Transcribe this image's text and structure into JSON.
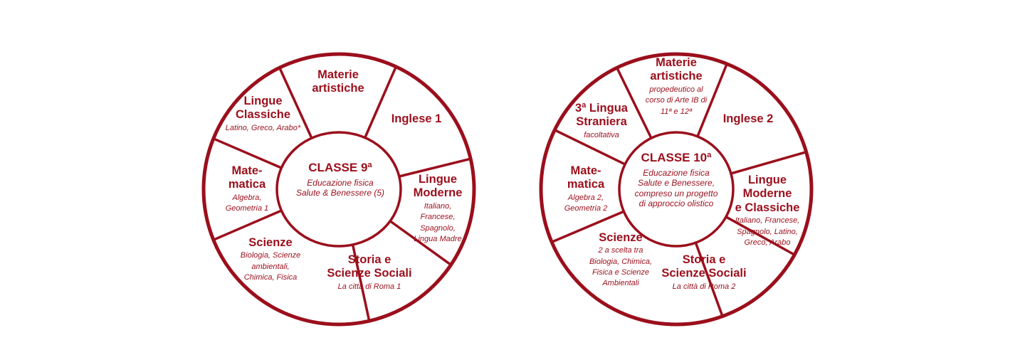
{
  "colors": {
    "accent": "#9b0f1c",
    "background": "#ffffff"
  },
  "wheels": [
    {
      "center_title": "CLASSE 9ª",
      "center_lines": [
        "Educazione fisica",
        "Salute & Benessere (5)"
      ],
      "segments": [
        {
          "title": [
            "Materie",
            "artistiche"
          ],
          "subtitle": []
        },
        {
          "title": [
            "Inglese 1"
          ],
          "subtitle": []
        },
        {
          "title": [
            "Lingue",
            "Moderne"
          ],
          "subtitle": [
            "Italiano,",
            "Francese,",
            "Spagnolo,",
            "Lingua Madre"
          ]
        },
        {
          "title": [
            "Storia e",
            "Scienze Sociali"
          ],
          "subtitle": [
            "La città di Roma 1"
          ]
        },
        {
          "title": [
            "Scienze"
          ],
          "subtitle": [
            "Biologia, Scienze",
            "ambientali,",
            "Chimica, Fisica"
          ]
        },
        {
          "title": [
            "Mate-",
            "matica"
          ],
          "subtitle": [
            "Algebra,",
            "Geometria 1"
          ]
        },
        {
          "title": [
            "Lingue",
            "Classiche"
          ],
          "subtitle": [
            "Latino, Greco, Arabo*"
          ]
        }
      ]
    },
    {
      "center_title": "CLASSE 10ª",
      "center_lines": [
        "Educazione fisica",
        "Salute e Benessere,",
        "compreso un progetto",
        "di approccio olistico"
      ],
      "segments": [
        {
          "title": [
            "Materie",
            "artistiche"
          ],
          "subtitle": [
            "propedeutico al",
            "corso di Arte IB di",
            "11ª e 12ª"
          ]
        },
        {
          "title": [
            "Inglese 2"
          ],
          "subtitle": []
        },
        {
          "title": [
            "Lingue",
            "Moderne",
            "e Classiche"
          ],
          "subtitle": [
            "Italiano, Francese,",
            "Spagnolo, Latino,",
            "Greco, Arabo"
          ]
        },
        {
          "title": [
            "Storia e",
            "Scienze Sociali"
          ],
          "subtitle": [
            "La città di Roma 2"
          ]
        },
        {
          "title": [
            "Scienze"
          ],
          "subtitle": [
            "2 a scelta tra",
            "Biologia, Chimica,",
            "Fisica e Scienze",
            "Ambientali"
          ]
        },
        {
          "title": [
            "Mate-",
            "matica"
          ],
          "subtitle": [
            "Algebra 2,",
            "Geometria 2"
          ]
        },
        {
          "title": [
            "3ª Lingua",
            "Straniera"
          ],
          "subtitle": [
            "facoltativa"
          ]
        }
      ]
    }
  ]
}
